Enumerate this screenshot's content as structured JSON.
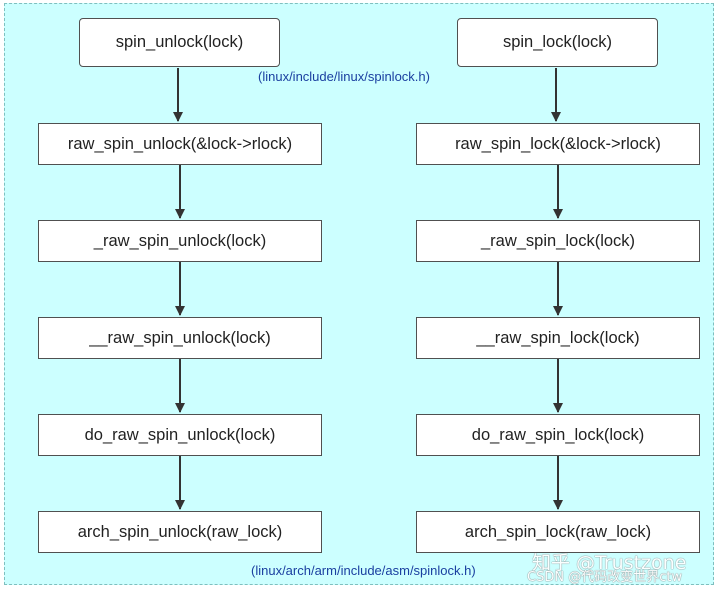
{
  "left_column": {
    "nodes": [
      "spin_unlock(lock)",
      "raw_spin_unlock(&lock->rlock)",
      "_raw_spin_unlock(lock)",
      "__raw_spin_unlock(lock)",
      "do_raw_spin_unlock(lock)",
      "arch_spin_unlock(raw_lock)"
    ]
  },
  "right_column": {
    "nodes": [
      "spin_lock(lock)",
      "raw_spin_lock(&lock->rlock)",
      "_raw_spin_lock(lock)",
      "__raw_spin_lock(lock)",
      "do_raw_spin_lock(lock)",
      "arch_spin_lock(raw_lock)"
    ]
  },
  "labels": {
    "header_path": "(linux/include/linux/spinlock.h)",
    "arch_path": "(linux/arch/arm/include/asm/spinlock.h)"
  },
  "watermark": {
    "line1": "知乎 @Trustzone",
    "line2": "CSDN @代码改变世界ctw"
  },
  "colors": {
    "background": "#ccffff",
    "node_fill": "#ffffff",
    "node_border": "#505050",
    "arrow": "#333333",
    "path_label": "#1a3fa0"
  }
}
